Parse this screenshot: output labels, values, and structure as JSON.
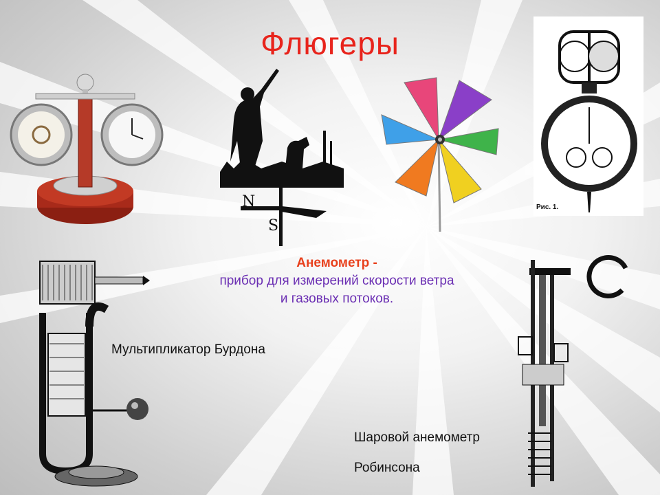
{
  "slide": {
    "title": "Флюгеры",
    "definition": {
      "term": "Анемометр -",
      "line1": "прибор для измерений скорости ветра",
      "line2": "и газовых потоков."
    },
    "captions": {
      "bourdon": "Мультипликатор Бурдона",
      "robinson_line1": "Шаровой анемометр",
      "robinson_line2": "Робинсона"
    },
    "figure_label": "Рис. 1.",
    "vane_letters": [
      "N",
      "S"
    ],
    "pinwheel_colors": [
      "#e8467a",
      "#8a3fc8",
      "#3fb34a",
      "#f0d020",
      "#f07a20",
      "#3fa0e8"
    ]
  }
}
